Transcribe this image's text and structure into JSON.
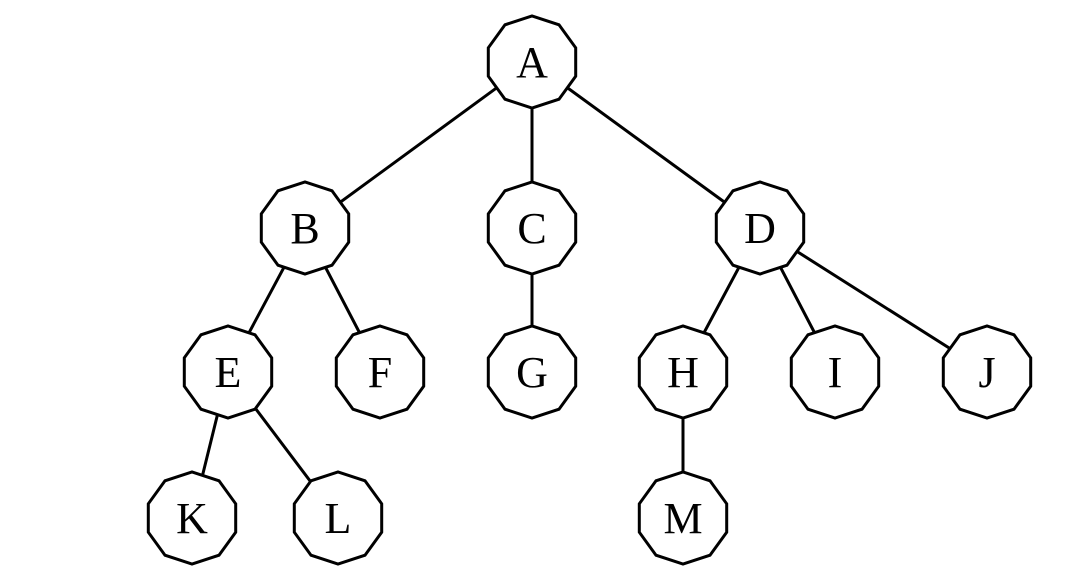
{
  "diagram": {
    "type": "tree",
    "colors": {
      "background": "#ffffff",
      "stroke": "#000000",
      "node_fill": "#ffffff",
      "text": "#000000"
    },
    "nodes": [
      {
        "id": "A",
        "label": "A"
      },
      {
        "id": "B",
        "label": "B"
      },
      {
        "id": "C",
        "label": "C"
      },
      {
        "id": "D",
        "label": "D"
      },
      {
        "id": "E",
        "label": "E"
      },
      {
        "id": "F",
        "label": "F"
      },
      {
        "id": "G",
        "label": "G"
      },
      {
        "id": "H",
        "label": "H"
      },
      {
        "id": "I",
        "label": "I"
      },
      {
        "id": "J",
        "label": "J"
      },
      {
        "id": "K",
        "label": "K"
      },
      {
        "id": "L",
        "label": "L"
      },
      {
        "id": "M",
        "label": "M"
      }
    ],
    "edges": [
      {
        "from": "A",
        "to": "B"
      },
      {
        "from": "A",
        "to": "C"
      },
      {
        "from": "A",
        "to": "D"
      },
      {
        "from": "B",
        "to": "E"
      },
      {
        "from": "B",
        "to": "F"
      },
      {
        "from": "C",
        "to": "G"
      },
      {
        "from": "D",
        "to": "H"
      },
      {
        "from": "D",
        "to": "I"
      },
      {
        "from": "D",
        "to": "J"
      },
      {
        "from": "E",
        "to": "K"
      },
      {
        "from": "E",
        "to": "L"
      },
      {
        "from": "H",
        "to": "M"
      }
    ]
  }
}
